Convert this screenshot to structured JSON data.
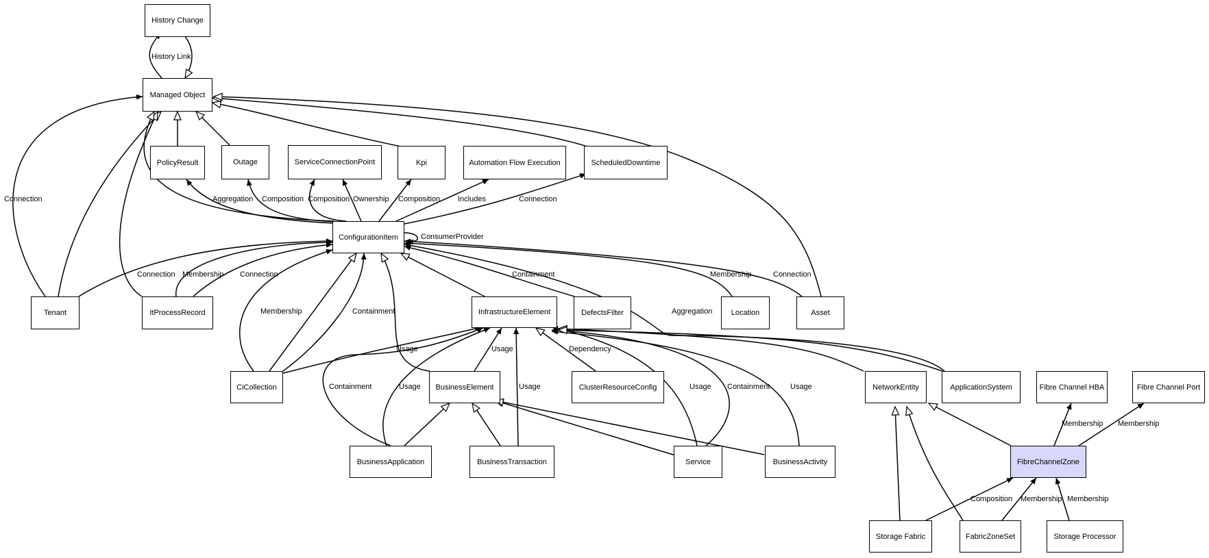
{
  "nodes": {
    "history_change": "History Change",
    "managed_object": "Managed Object",
    "policy_result": "PolicyResult",
    "outage": "Outage",
    "service_connection_point": "ServiceConnectionPoint",
    "kpi": "Kpi",
    "automation_flow_execution": "Automation Flow Execution",
    "scheduled_downtime": "ScheduledDowntime",
    "configuration_item": "ConfigurationItem",
    "tenant": "Tenant",
    "it_process_record": "ItProcessRecord",
    "infrastructure_element": "InfrastructureElement",
    "defects_filter": "DefectsFilter",
    "location": "Location",
    "asset": "Asset",
    "ci_collection": "CiCollection",
    "business_element": "BusinessElement",
    "cluster_resource_config": "ClusterResourceConfig",
    "network_entity": "NetworkEntity",
    "application_system": "ApplicationSystem",
    "fibre_channel_hba": "Fibre Channel HBA",
    "fibre_channel_port": "Fibre Channel Port",
    "business_application": "BusinessApplication",
    "business_transaction": "BusinessTransaction",
    "service": "Service",
    "business_activity": "BusinessActivity",
    "fibre_channel_zone": "FibreChannelZone",
    "storage_fabric": "Storage Fabric",
    "fabric_zone_set": "FabricZoneSet",
    "storage_processor": "Storage Processor"
  },
  "edge_labels": {
    "history_link": "History Link",
    "tenant_connection_mo": "Connection",
    "ci_aggregation_policy": "Aggregation",
    "ci_composition_outage": "Composition",
    "ci_composition_scp": "Composition",
    "ci_ownership_scp": "Ownership",
    "ci_composition_kpi": "Composition",
    "ci_includes_afe": "Includes",
    "ci_connection_sd": "Connection",
    "ci_consumer_provider": "ConsumerProvider",
    "tenant_connection_ci": "Connection",
    "itpr_membership_ci": "Membership",
    "itpr_connection_ci": "Connection",
    "defects_containment_ci": "Containment",
    "location_membership_ci": "Membership",
    "asset_connection_ci": "Connection",
    "cicoll_membership_ci": "Membership",
    "cicoll_containment_ci": "Containment",
    "appsys_aggregation_ci": "Aggregation",
    "cicoll_usage_ie": "Usage",
    "be_usage_ie": "Usage",
    "crc_dependency_ie": "Dependency",
    "ba_containment_ie": "Containment",
    "ba_usage_ie": "Usage",
    "bt_usage_ie": "Usage",
    "svc_usage_ie": "Usage",
    "svc_containment_ie": "Containment",
    "bact_usage_ie": "Usage",
    "fcz_membership_hba": "Membership",
    "fcz_membership_port": "Membership",
    "sf_composition_fcz": "Composition",
    "fzs_membership_fcz": "Membership",
    "sp_membership_fcz": "Membership"
  }
}
